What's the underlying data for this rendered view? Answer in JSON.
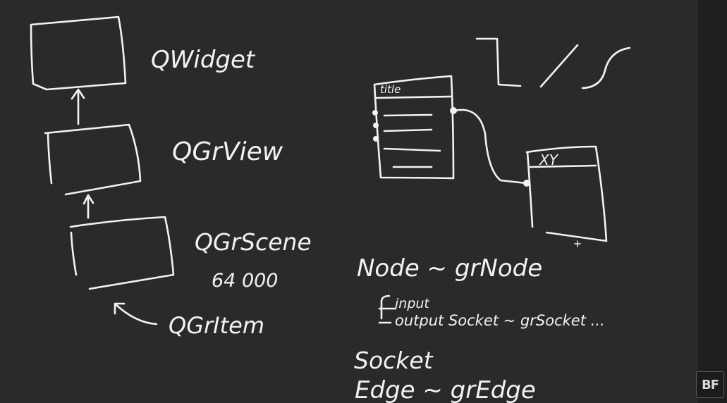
{
  "hierarchy": {
    "widget_label": "QWidget",
    "view_label": "QGrView",
    "scene_label": "QGrScene",
    "scene_size": "64 000",
    "item_label": "QGrItem"
  },
  "node_diagram": {
    "node_title": "title",
    "target_title": "XY"
  },
  "notes": {
    "node_line": "Node ~ grNode",
    "input_word": "input",
    "output_line": "output Socket ~ grSocket ...",
    "socket_line": "Socket",
    "edge_line": "Edge ~ grEdge"
  },
  "logo": {
    "text": "BF"
  }
}
